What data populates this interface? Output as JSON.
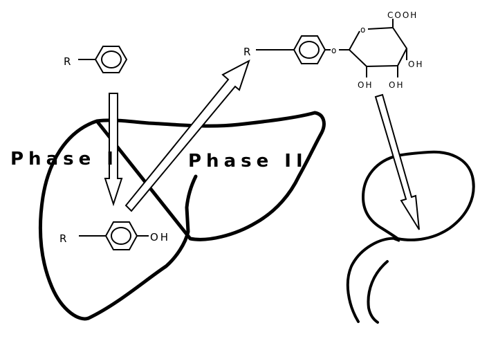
{
  "labels": {
    "phase_1": "Phase I",
    "phase_2": "Phase II",
    "r_substrate": "R",
    "r_hydroxylated": "R",
    "oh_hydroxylated": "OH",
    "r_conjugate": "R",
    "o_linker": "o",
    "o_ring": "o",
    "cooh": "COOH",
    "oh_c1": "OH",
    "oh_c2": "OH",
    "oh_c3": "OH"
  },
  "colors": {
    "ink": "#000000",
    "background": "#ffffff"
  }
}
